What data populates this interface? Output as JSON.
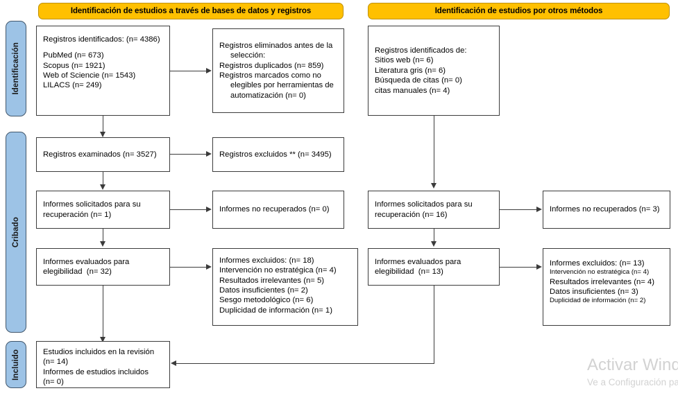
{
  "banners": {
    "left": "Identificación de estudios a través de bases de datos y registros",
    "right": "Identificación de estudios por otros métodos"
  },
  "stages": {
    "identification": "Identificación",
    "screening": "Cribado",
    "included": "Incluido"
  },
  "left_column": {
    "identified": {
      "l1": "Registros identificados: (n= 4386)",
      "l2": "",
      "l3": "PubMed (n= 673)",
      "l4": "Scopus (n= 1921)",
      "l5": "Web of Sciencie (n= 1543)",
      "l6": "LILACS (n= 249)"
    },
    "removed": {
      "l1": "Registros eliminados antes de la selección:",
      "l2": "Registros duplicados (n= 859)",
      "l3": "Registros marcados como no elegibles por herramientas de automatización (n= 0)"
    },
    "screened": {
      "l1": "Registros examinados (n= 3527)"
    },
    "excluded_records": {
      "l1": "Registros excluidos ** (n= 3495)"
    },
    "sought": {
      "l1": "Informes solicitados para su recuperación (n= 1)"
    },
    "not_retrieved": {
      "l1": "Informes no recuperados (n= 0)"
    },
    "assessed": {
      "l1": "Informes evaluados para elegibilidad  (n= 32)"
    },
    "excluded_reports": {
      "l1": "Informes excluidos: (n= 18)",
      "l2": "Intervención no estratégica (n= 4)",
      "l3": "Resultados irrelevantes (n= 5)",
      "l4": "Datos insuficientes (n= 2)",
      "l5": "Sesgo metodológico (n= 6)",
      "l6": "Duplicidad de información (n= 1)"
    }
  },
  "right_column": {
    "identified": {
      "l1": "Registros identificados de:",
      "l2": "Sitios web (n= 6)",
      "l3": "Literatura gris (n= 6)",
      "l4": "Búsqueda de citas (n= 0)",
      "l5": "citas manuales (n= 4)"
    },
    "sought": {
      "l1": "Informes solicitados para su recuperación (n= 16)"
    },
    "not_retrieved": {
      "l1": "Informes no recuperados (n= 3)"
    },
    "assessed": {
      "l1": "Informes evaluados para elegibilidad  (n= 13)"
    },
    "excluded_reports": {
      "l1": "Informes excluidos: (n= 13)",
      "l2": "Intervención no estratégica (n= 4)",
      "l3": "Resultados irrelevantes (n= 4)",
      "l4": "Datos insuficientes (n= 3)",
      "l5": "Duplicidad de información (n= 2)"
    }
  },
  "included_box": {
    "l1": "Estudios incluidos en la revisión",
    "l2": "(n= 14)",
    "l3": "Informes de estudios incluidos",
    "l4": "(n= 0)"
  },
  "watermark": {
    "title": "Activar Windows",
    "subtitle": "Ve a Configuración para activar Windows."
  },
  "colors": {
    "banner_fill": "#FFC000",
    "banner_border": "#BF9000",
    "stage_fill": "#9DC3E6",
    "stage_border": "#41566B",
    "box_border": "#3B3B3B",
    "watermark": "#D2D2D2"
  }
}
